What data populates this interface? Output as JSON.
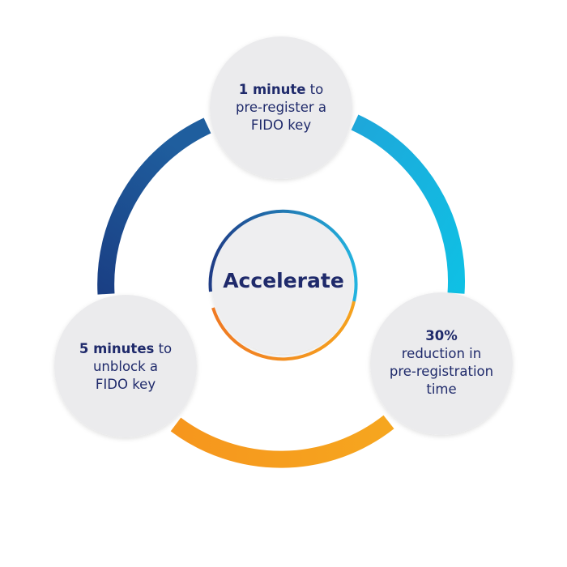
{
  "center": {
    "title": "Accelerate"
  },
  "nodes": {
    "top": {
      "bold": "1 minute",
      "line1_rest": " to",
      "line2": "pre-register a",
      "line3": "FIDO key"
    },
    "left": {
      "bold": "5 minutes",
      "line1_rest": " to",
      "line2": "unblock a",
      "line3": "FIDO key"
    },
    "right": {
      "bold": "30%",
      "line2": "reduction in",
      "line3": "pre-registration",
      "line4": "time"
    }
  },
  "colors": {
    "navy_text": "#1f2a6b",
    "node_fill": "#ebebed",
    "ring_dark_blue": "#1f4f8f",
    "ring_cyan": "#14b5df",
    "ring_orange": "#f6931f",
    "ring_amber": "#f7b321"
  }
}
